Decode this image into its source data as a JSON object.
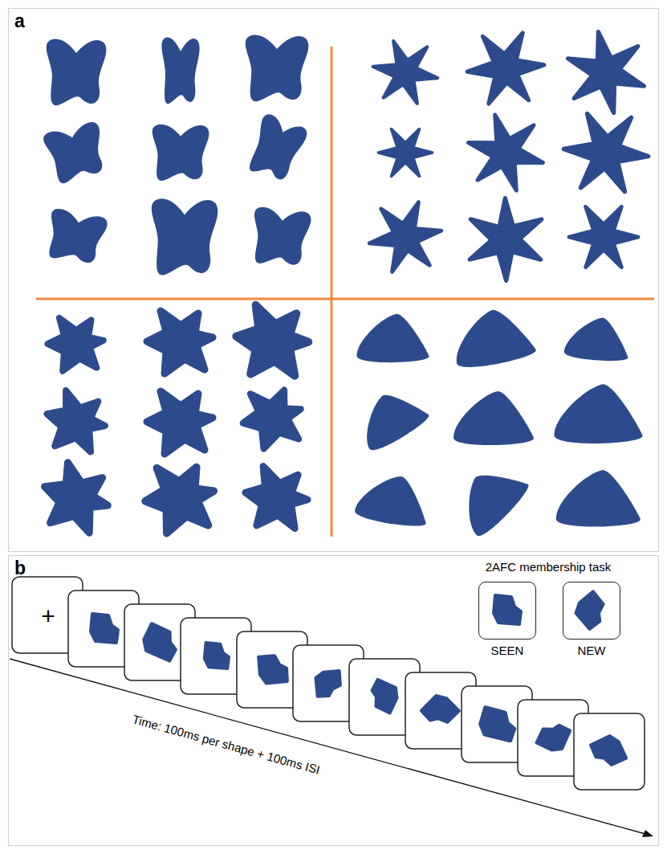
{
  "diagram": {
    "nodes": [
      {
        "text": [
          "a"
        ]
      },
      {
        "text": [
          "b"
        ]
      },
      {
        "text": [
          "+"
        ],
        "in": 1
      },
      {
        "text": [
          "SEEN"
        ],
        "in": 1
      },
      {
        "text": [
          "NEW"
        ],
        "in": 1
      }
    ],
    "labels": [
      "2AFC membership task",
      "Time: 100ms per shape + 100ms ISI"
    ]
  }
}
